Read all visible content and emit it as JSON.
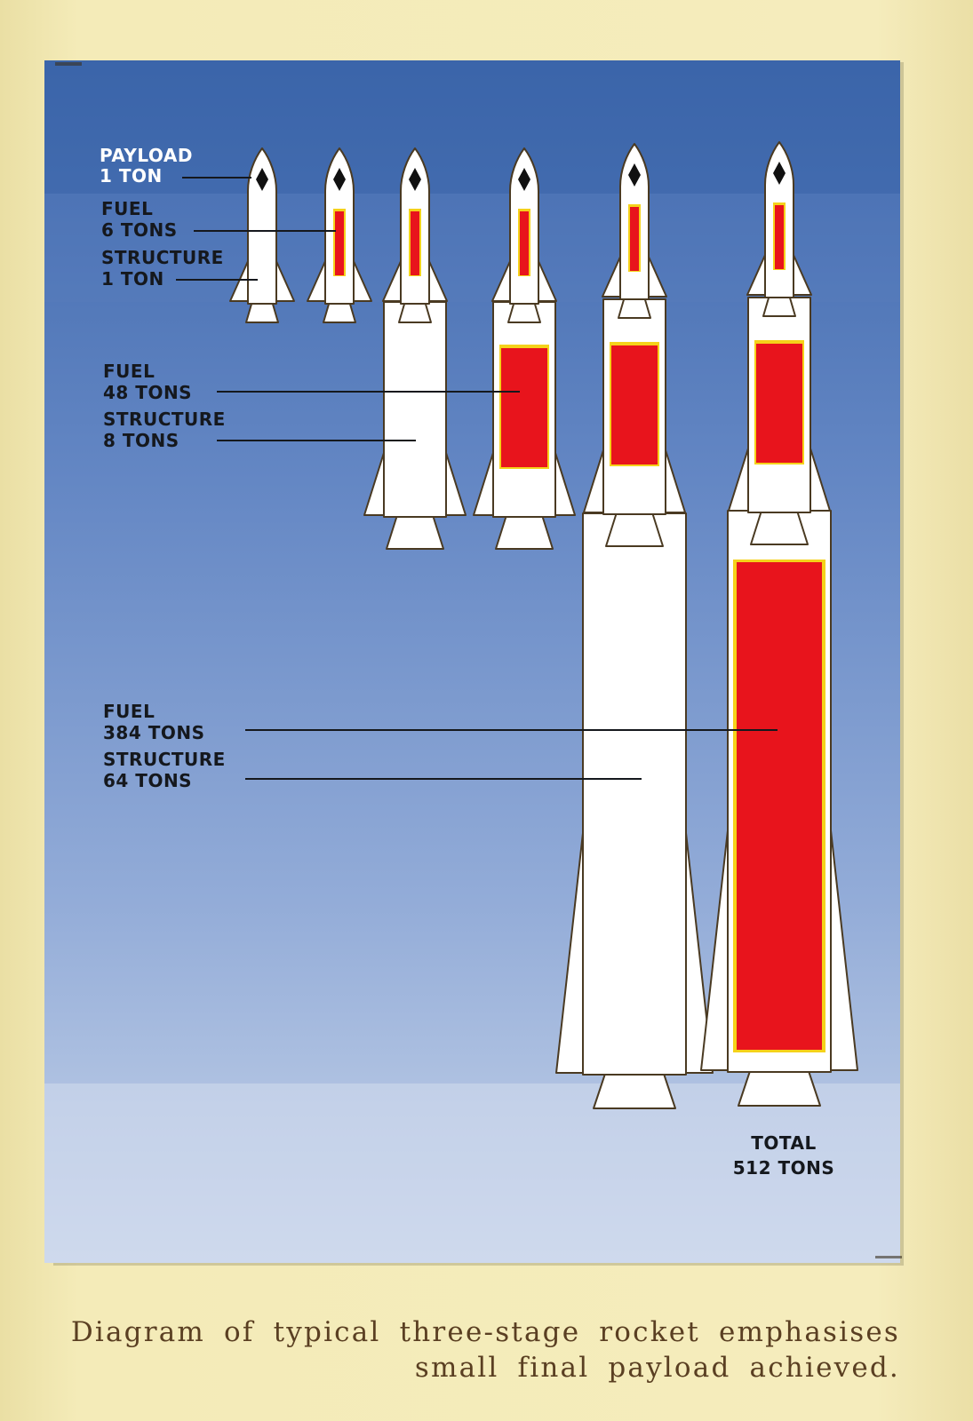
{
  "diagram": {
    "labels": {
      "payload_title": "PAYLOAD",
      "payload_value": "1 TON",
      "fuel3_title": "FUEL",
      "fuel3_value": "6 TONS",
      "struct3_title": "STRUCTURE",
      "struct3_value": "1 TON",
      "fuel2_title": "FUEL",
      "fuel2_value": "48 TONS",
      "struct2_title": "STRUCTURE",
      "struct2_value": "8 TONS",
      "fuel1_title": "FUEL",
      "fuel1_value": "384 TONS",
      "struct1_title": "STRUCTURE",
      "struct1_value": "64 TONS",
      "total_title": "TOTAL",
      "total_value": "512 TONS"
    },
    "colors": {
      "sky_top": "#3f69ad",
      "sky_bottom": "#c6d4ea",
      "rocket_body": "#ffffff",
      "rocket_outline": "#4a3a22",
      "fuel": "#e8141c",
      "fuel_edge": "#f5d21a",
      "leader_line": "#15181d"
    }
  },
  "caption": {
    "line1": "Diagram of typical three-stage rocket emphasises",
    "line2": "small final payload achieved."
  }
}
